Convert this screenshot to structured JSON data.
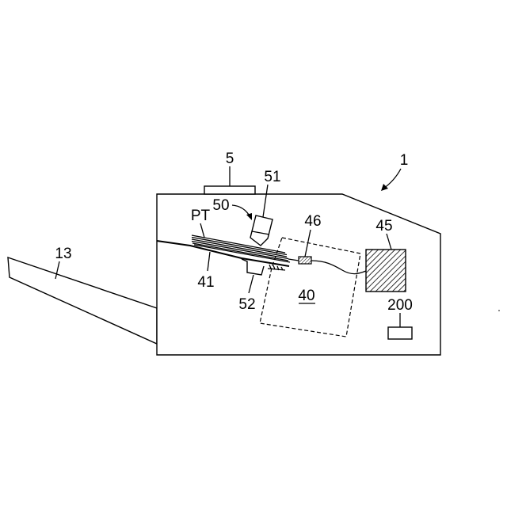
{
  "labels": {
    "ref_1": "1",
    "ref_5": "5",
    "ref_51": "51",
    "ref_50": "50",
    "ref_46": "46",
    "ref_pt": "PT",
    "ref_45": "45",
    "ref_13": "13",
    "ref_41": "41",
    "ref_40": "40",
    "ref_52": "52",
    "ref_200": "200"
  }
}
